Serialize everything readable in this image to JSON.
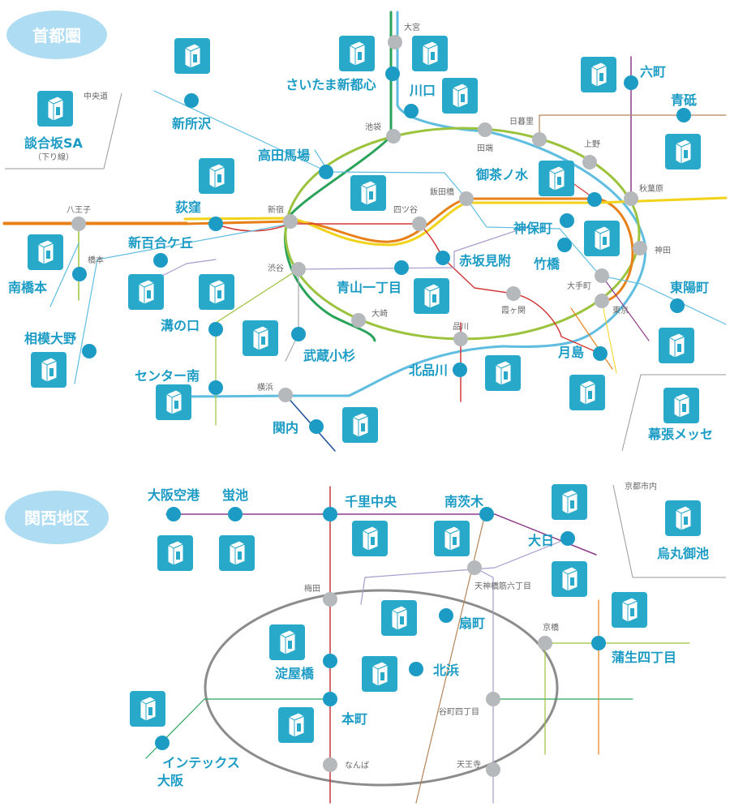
{
  "regions": {
    "kanto": "首都圏",
    "kansai": "関西地区"
  },
  "shops": {
    "dangozaka_sa": "談合坂SA",
    "dangozaka_sub": "（下り線）",
    "chuodo": "中央道",
    "shintokorozawa": "新所沢",
    "saitama_shintoshin": "さいたま新都心",
    "kawaguchi": "川口",
    "rokucho": "六町",
    "aoto": "青砥",
    "takadanobaba": "高田馬場",
    "ochanomizu": "御茶ノ水",
    "ogikubo": "荻窪",
    "jimbocho": "神保町",
    "shinyurigaoka": "新百合ケ丘",
    "akasakamitsuke": "赤坂見附",
    "takebashi": "竹橋",
    "minamihashimoto": "南橋本",
    "aoyama_itchome": "青山一丁目",
    "toyocho": "東陽町",
    "mizonokuchi": "溝の口",
    "sagamiono": "相模大野",
    "musashikosugi": "武蔵小杉",
    "tsukishima": "月島",
    "center_minami": "センター南",
    "kitashinagawa": "北品川",
    "kannai": "関内",
    "makuhari_messe": "幕張メッセ",
    "osaka_airport": "大阪空港",
    "hotarugaike": "蛍池",
    "senri_chuo": "千里中央",
    "minami_ibaraki": "南茨木",
    "dainichi": "大日",
    "kyoto_shinai": "京都市内",
    "karasuma_oike": "烏丸御池",
    "ogimachi": "扇町",
    "yodoyabashi": "淀屋橋",
    "kitahama": "北浜",
    "gamo_yonchome": "蒲生四丁目",
    "hommachi": "本町",
    "intex_osaka": "インテックス\n大阪",
    "intex_l1": "インテックス",
    "intex_l2": "大阪"
  },
  "stations": {
    "omiya": "大宮",
    "ikebukuro": "池袋",
    "nippori": "日暮里",
    "tabata": "田端",
    "ueno": "上野",
    "akihabara": "秋葉原",
    "shinjuku": "新宿",
    "iidabashi": "飯田橋",
    "yotsuya": "四ツ谷",
    "kanda": "神田",
    "hachioji": "八王子",
    "hashimoto": "橋本",
    "shibuya": "渋谷",
    "otemachi": "大手町",
    "tokyo": "東京",
    "kasumigaseki": "霞ヶ関",
    "osaki": "大崎",
    "shinagawa": "品川",
    "yokohama": "横浜",
    "umeda": "梅田",
    "tenjinbashi": "天神橋筋六丁目",
    "kyobashi": "京橋",
    "tanimachi": "谷町四丁目",
    "namba": "なんば",
    "tennoji": "天王寺"
  },
  "colors": {
    "accent": "#1c9cc4",
    "icon_box": "#29a9c9",
    "station_gray": "#b5b9bc",
    "yamanote": "#9bc33d",
    "chuo": "#e8801a",
    "sobu": "#f2d31b",
    "keihin": "#5fbde0",
    "saikyo": "#29a35a",
    "osaka_loop": "#8c8c8c"
  },
  "icons": {
    "shop": "shop-building-icon",
    "station": "station-dot-icon"
  }
}
